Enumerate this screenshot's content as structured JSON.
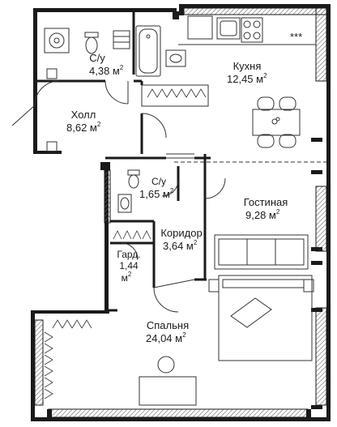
{
  "rooms": {
    "bath1": {
      "name": "С/у",
      "area": "4,38 м",
      "sup": "2"
    },
    "kitchen": {
      "name": "Кухня",
      "area": "12,45 м",
      "sup": "2"
    },
    "hall": {
      "name": "Холл",
      "area": "8,62 м",
      "sup": "2"
    },
    "bath2": {
      "name": "С/у",
      "area": "1,65 м",
      "sup": "2"
    },
    "living": {
      "name": "Гостиная",
      "area": "9,28 м",
      "sup": "2"
    },
    "corridor": {
      "name": "Коридор",
      "area": "3,64 м",
      "sup": "2"
    },
    "wardrobe": {
      "name": "Гард.",
      "area": "1,44",
      "unit": "м",
      "sup": "2"
    },
    "bedroom": {
      "name": "Спальня",
      "area": "24,04 м",
      "sup": "2"
    }
  },
  "stove_marks": "***",
  "colors": {
    "wall": "#1a1a1a",
    "window": "#1a1a1a",
    "line": "#333333",
    "hatch": "#777777"
  }
}
